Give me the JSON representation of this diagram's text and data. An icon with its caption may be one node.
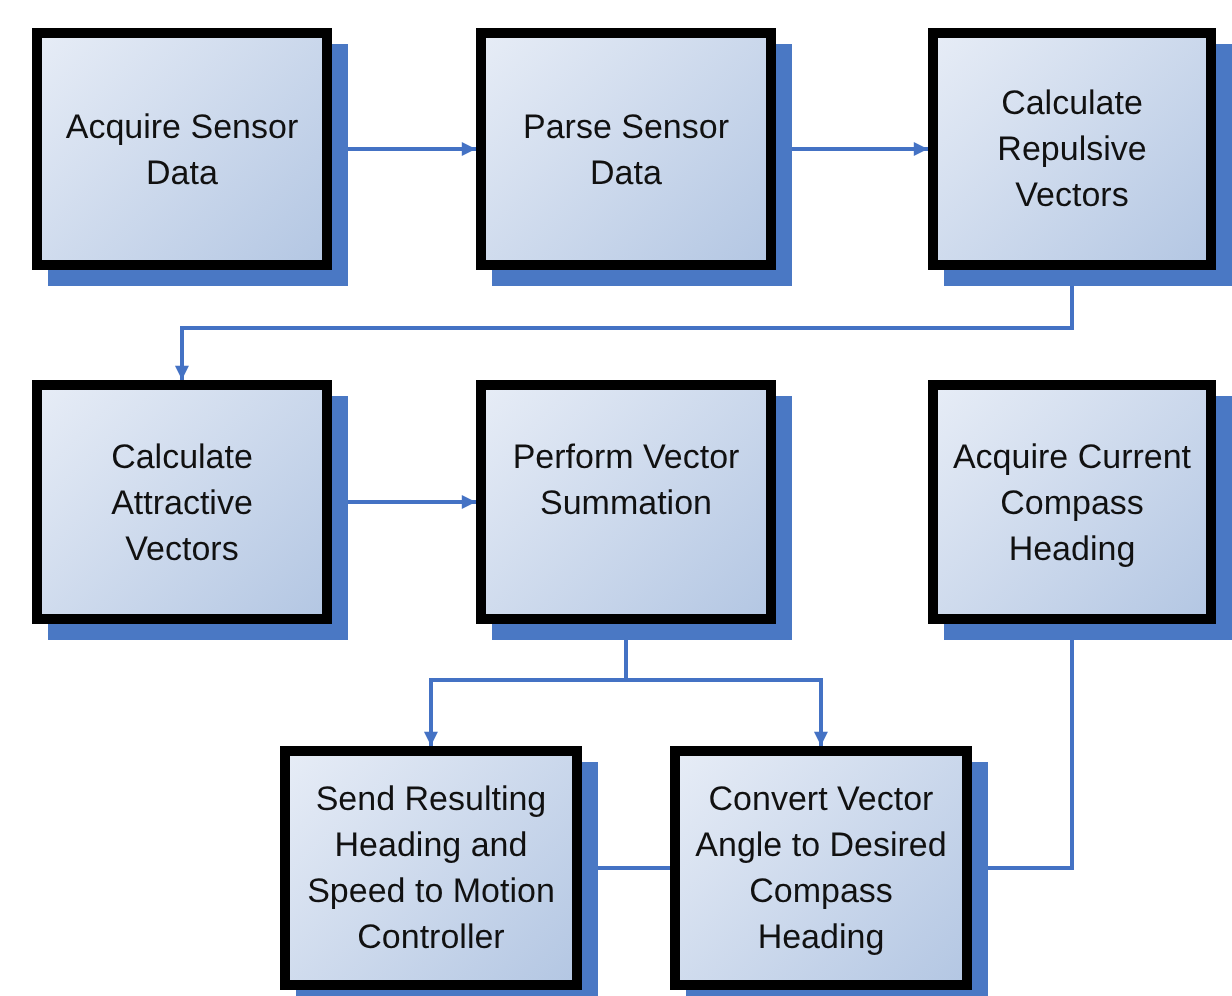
{
  "diagram": {
    "nodes": [
      {
        "text": [
          "Acquire Sensor Data"
        ]
      },
      {
        "text": [
          "Parse Sensor Data"
        ]
      },
      {
        "text": [
          "Calculate Repulsive Vectors"
        ]
      },
      {
        "text": [
          "Calculate Attractive Vectors"
        ]
      },
      {
        "text": [
          "Perform Vector Summation"
        ]
      },
      {
        "text": [
          "Acquire Current Compass Heading"
        ]
      },
      {
        "text": [
          "Send Resulting Heading and Speed to Motion Controller"
        ]
      },
      {
        "text": [
          "Convert Vector Angle to Desired Compass Heading"
        ]
      }
    ],
    "edges": [
      {
        "from": 0,
        "to": 1,
        "arrow": "to"
      },
      {
        "from": 1,
        "to": 2,
        "arrow": "to"
      },
      {
        "from": 2,
        "to": 3,
        "arrow": "to"
      },
      {
        "from": 3,
        "to": 4,
        "arrow": "to"
      },
      {
        "from": 4,
        "to": 6,
        "arrow": "to"
      },
      {
        "from": 4,
        "to": 7,
        "arrow": "to"
      },
      {
        "from": 5,
        "to": 7,
        "arrow": "to"
      },
      {
        "from": 7,
        "to": 6,
        "arrow": "to"
      }
    ]
  }
}
